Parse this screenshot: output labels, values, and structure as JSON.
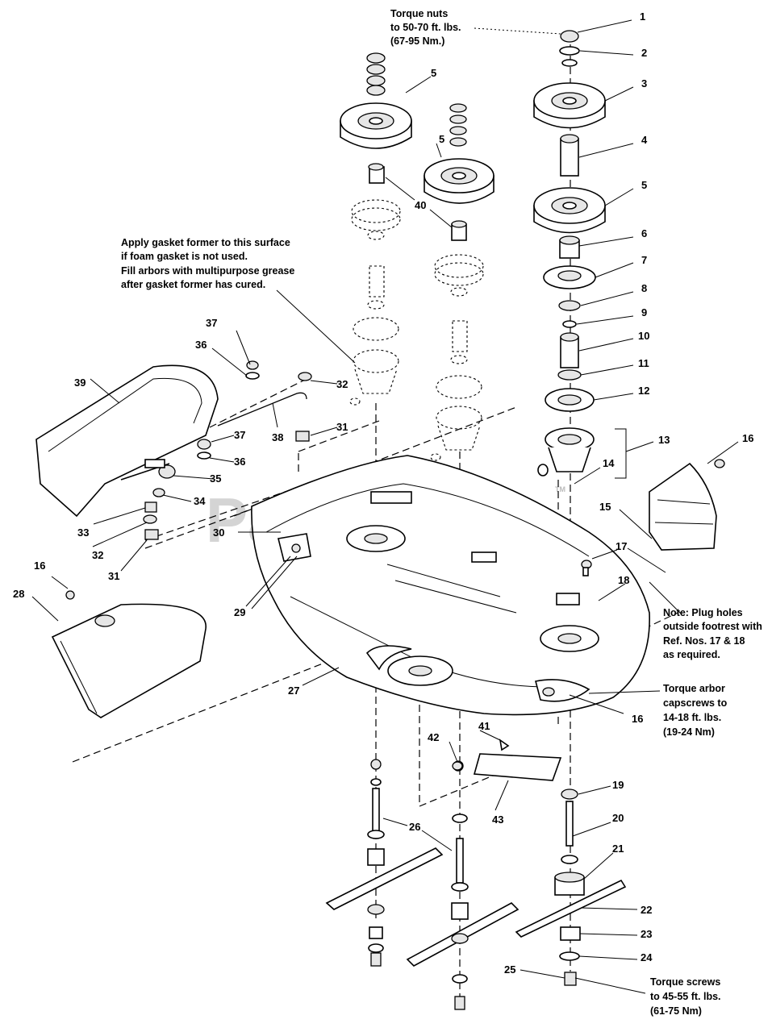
{
  "watermark": "PartsTree",
  "watermark_tm": "TM",
  "notes": {
    "torque_nuts": [
      "Torque nuts",
      "to 50-70 ft. lbs.",
      "(67-95 Nm.)"
    ],
    "gasket": [
      "Apply gasket former to this surface",
      "if foam gasket is not used.",
      "Fill arbors with multipurpose grease",
      "after gasket former has cured."
    ],
    "plug_holes": [
      "Note: Plug holes",
      "outside footrest with",
      "Ref. Nos. 17 & 18",
      "as required."
    ],
    "torque_arbor": [
      "Torque arbor",
      "capscrews to",
      "14-18 ft. lbs.",
      "(19-24 Nm)"
    ],
    "torque_screws": [
      "Torque screws",
      "to 45-55 ft. lbs.",
      "(61-75 Nm)"
    ]
  },
  "callouts": {
    "c1": "1",
    "c2": "2",
    "c3": "3",
    "c4": "4",
    "c5a": "5",
    "c5b": "5",
    "c5c": "5",
    "c6": "6",
    "c7": "7",
    "c8": "8",
    "c9": "9",
    "c10": "10",
    "c11": "11",
    "c12": "12",
    "c13": "13",
    "c14": "14",
    "c15": "15",
    "c16a": "16",
    "c16b": "16",
    "c16c": "16",
    "c17": "17",
    "c18": "18",
    "c19": "19",
    "c20": "20",
    "c21": "21",
    "c22": "22",
    "c23": "23",
    "c24": "24",
    "c25": "25",
    "c26": "26",
    "c27": "27",
    "c28": "28",
    "c29": "29",
    "c30": "30",
    "c31a": "31",
    "c31b": "31",
    "c32a": "32",
    "c32b": "32",
    "c33": "33",
    "c34": "34",
    "c35": "35",
    "c36a": "36",
    "c36b": "36",
    "c37a": "37",
    "c37b": "37",
    "c38": "38",
    "c39": "39",
    "c40": "40",
    "c41": "41",
    "c42": "42",
    "c43": "43"
  }
}
